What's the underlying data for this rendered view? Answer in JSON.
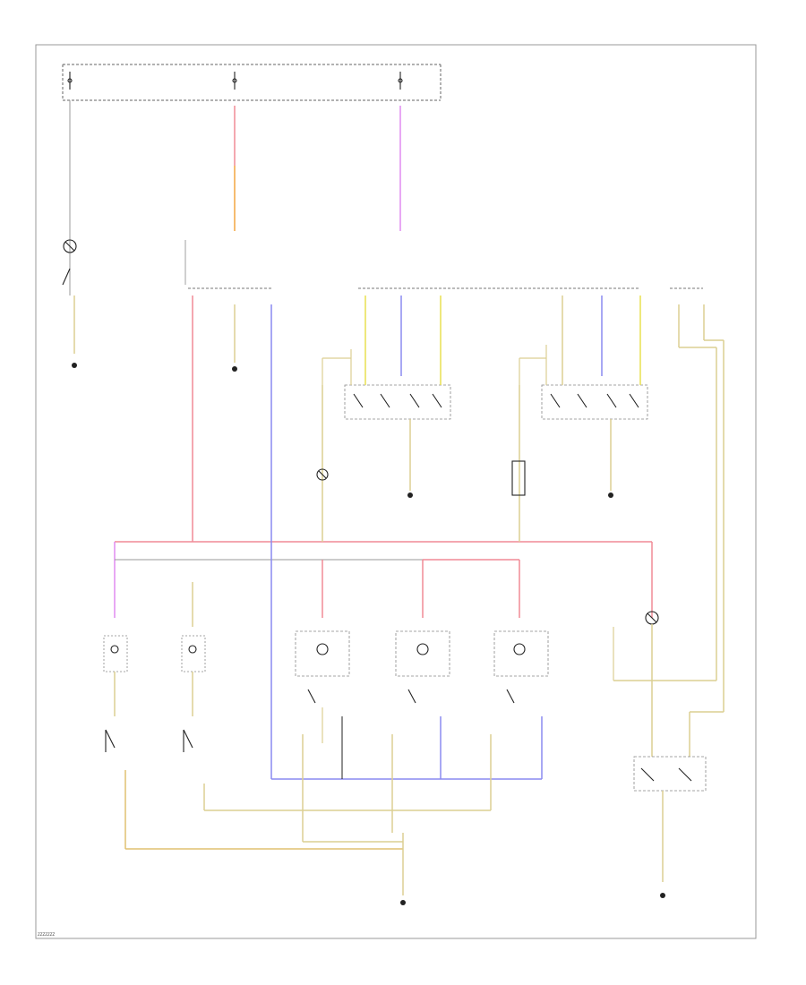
{
  "colors": {
    "red": "#f08a95",
    "pink": "#f08a95",
    "orange": "#f2a640",
    "violet": "#e08cf0",
    "blue": "#8a8af0",
    "yellow": "#e8e050",
    "tan": "#dccf92",
    "black": "#222222",
    "gray": "#888888"
  },
  "labels": {
    "footer": "ZZZZZZZ"
  },
  "components": [
    "fuse-block-left",
    "fuse-block-center",
    "fuse-block-right",
    "left-compartment-lamp",
    "left-ground",
    "center-ground",
    "driver-door-switch-block",
    "passenger-door-switch-block",
    "left-door-lamp",
    "right-door-lamp",
    "door-ground-left",
    "door-ground-right",
    "luggage-lamp",
    "left-reading-lamp",
    "right-reading-lamp",
    "rear-left-lamp",
    "rear-center-lamp",
    "rear-right-lamp",
    "rear-ground",
    "luggage-switch-block",
    "trunk-ground"
  ]
}
